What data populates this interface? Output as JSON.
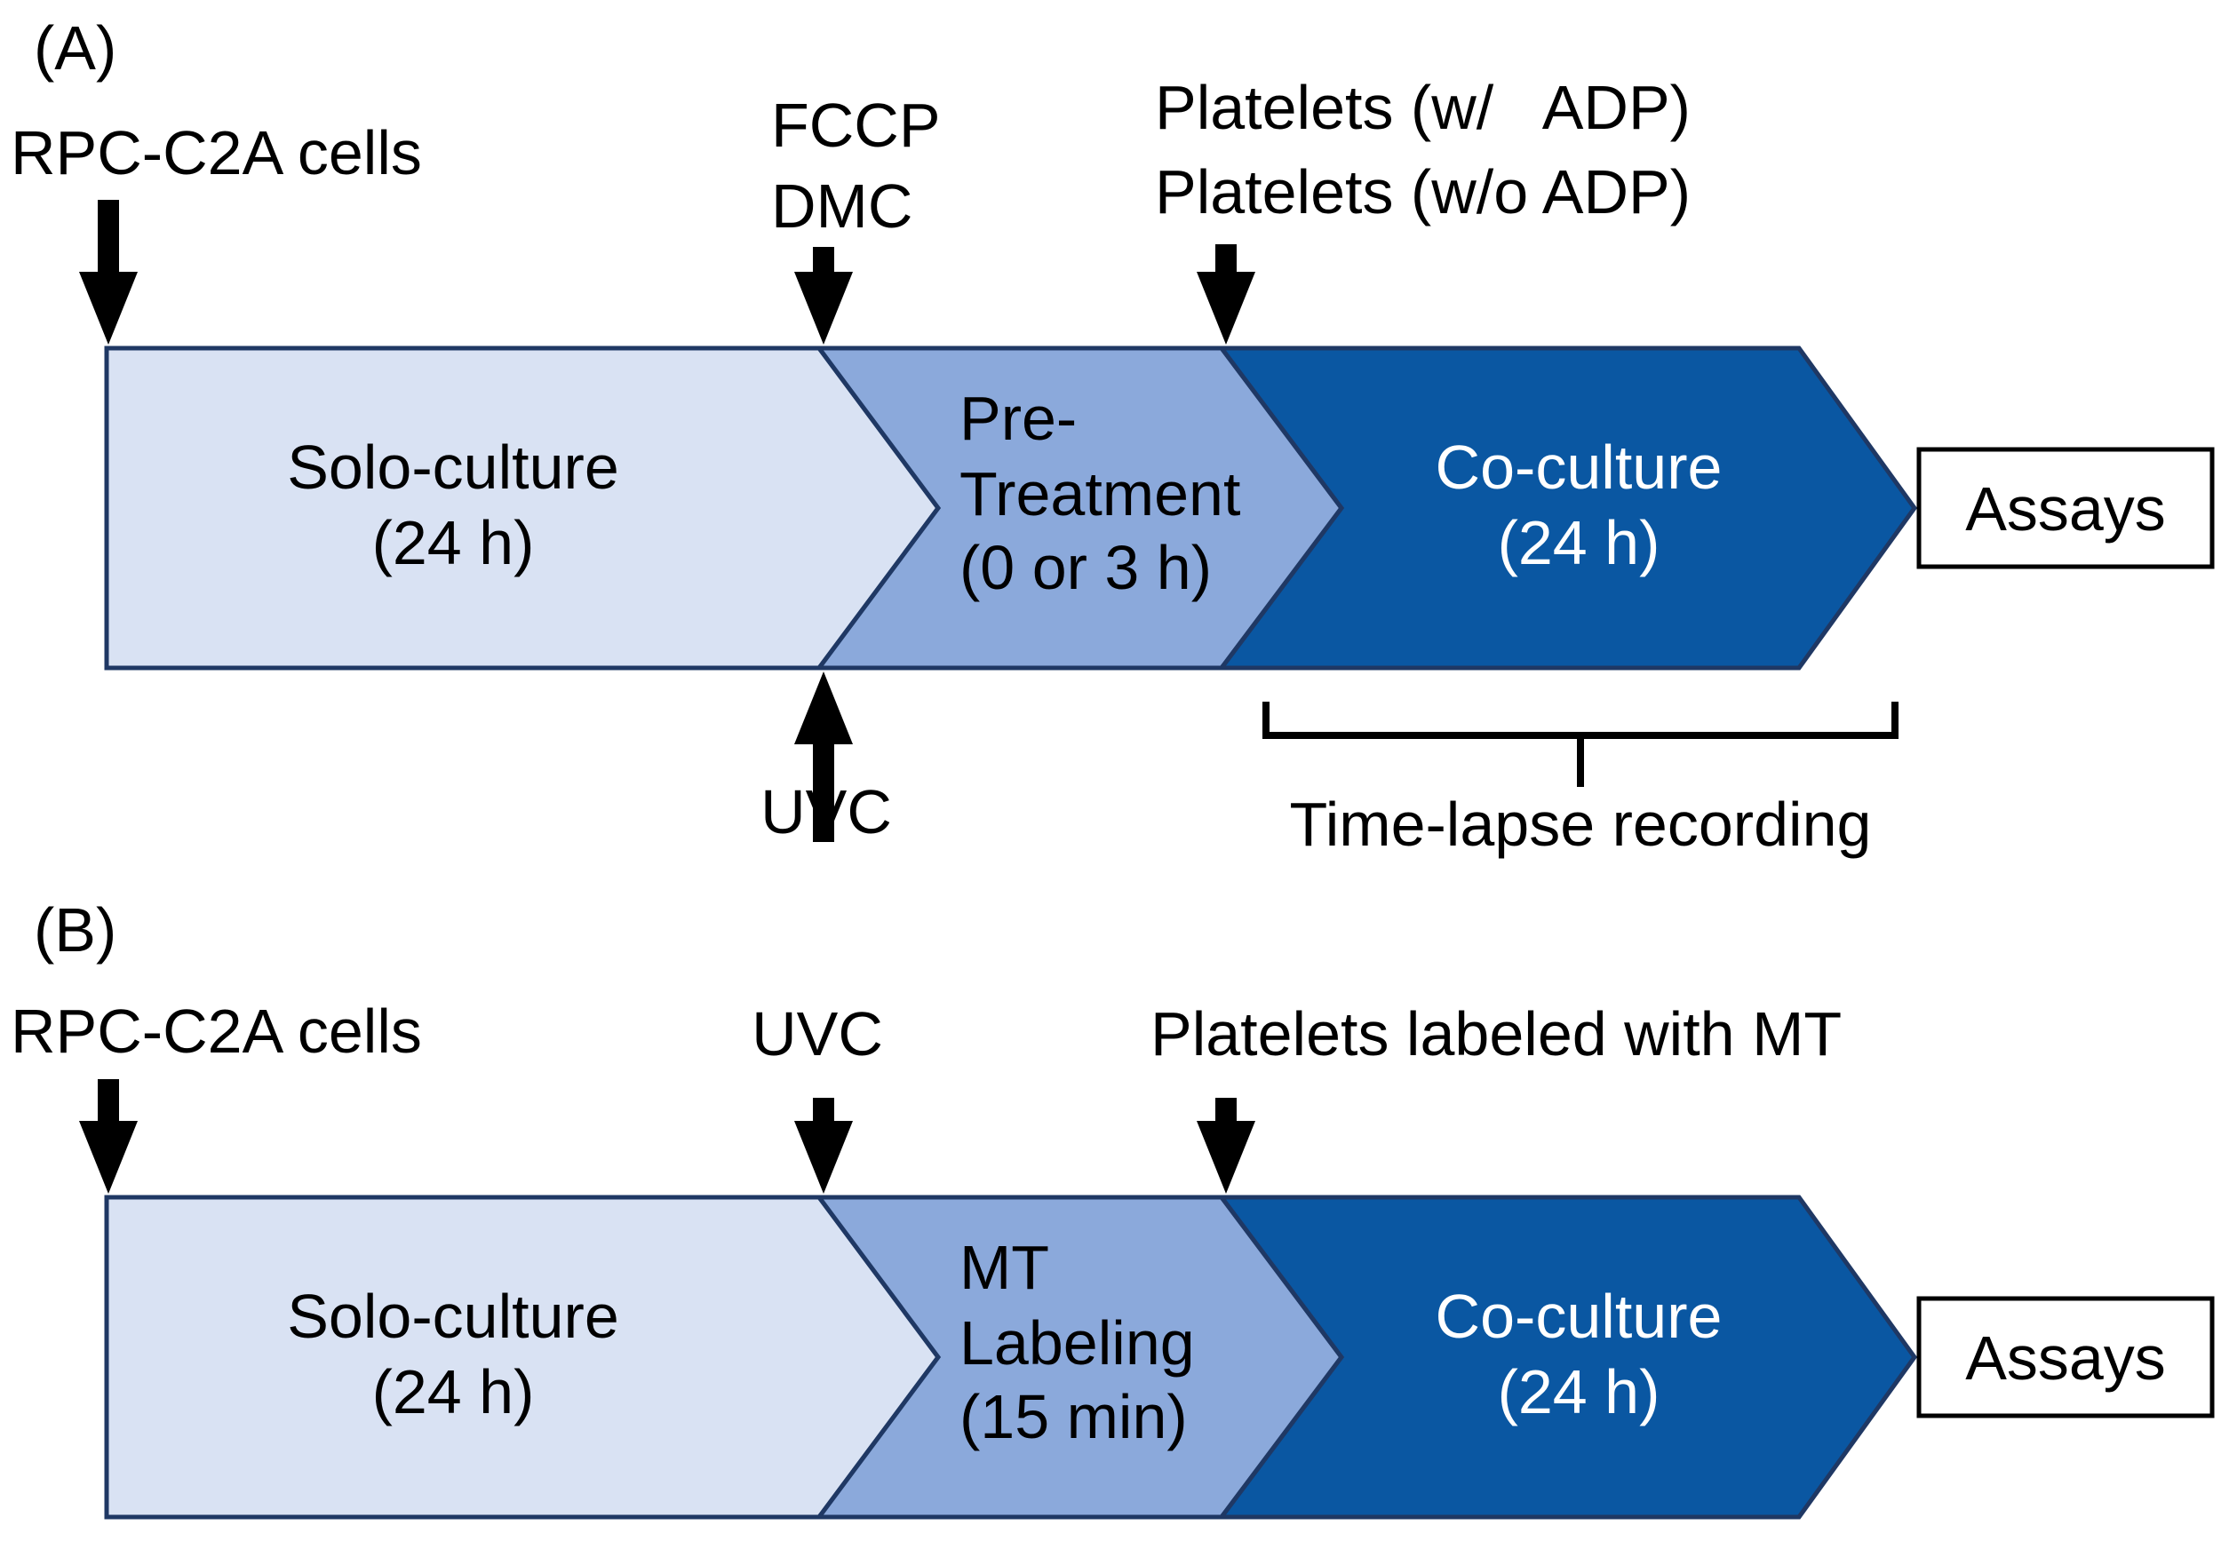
{
  "colors": {
    "segment_light": "#d9e2f3",
    "segment_medium": "#8ba9db",
    "segment_dark": "#0a57a2",
    "segment_outline": "#1f3864",
    "arrow_black": "#000000",
    "co_culture_text": "#ffffff"
  },
  "panel_a": {
    "label": "(A)",
    "cells_label": "RPC-C2A cells",
    "fccp_label": "FCCP",
    "dmc_label": "DMC",
    "platelets_with_adp": "Platelets (w/   ADP)",
    "platelets_without_adp": "Platelets (w/o ADP)",
    "uvc_label": "UVC",
    "timelapse_label": "Time-lapse recording",
    "solo_line1": "Solo-culture",
    "solo_line2": "(24 h)",
    "pre_line1": "Pre-",
    "pre_line2": "Treatment",
    "pre_line3": "(0 or 3 h)",
    "co_line1": "Co-culture",
    "co_line2": "(24 h)",
    "assays_label": "Assays"
  },
  "panel_b": {
    "label": "(B)",
    "cells_label": "RPC-C2A cells",
    "uvc_label": "UVC",
    "platelets_mt_label": "Platelets labeled with MT",
    "solo_line1": "Solo-culture",
    "solo_line2": "(24 h)",
    "mt_line1": "MT",
    "mt_line2": "Labeling",
    "mt_line3": "(15 min)",
    "co_line1": "Co-culture",
    "co_line2": "(24 h)",
    "assays_label": "Assays"
  }
}
